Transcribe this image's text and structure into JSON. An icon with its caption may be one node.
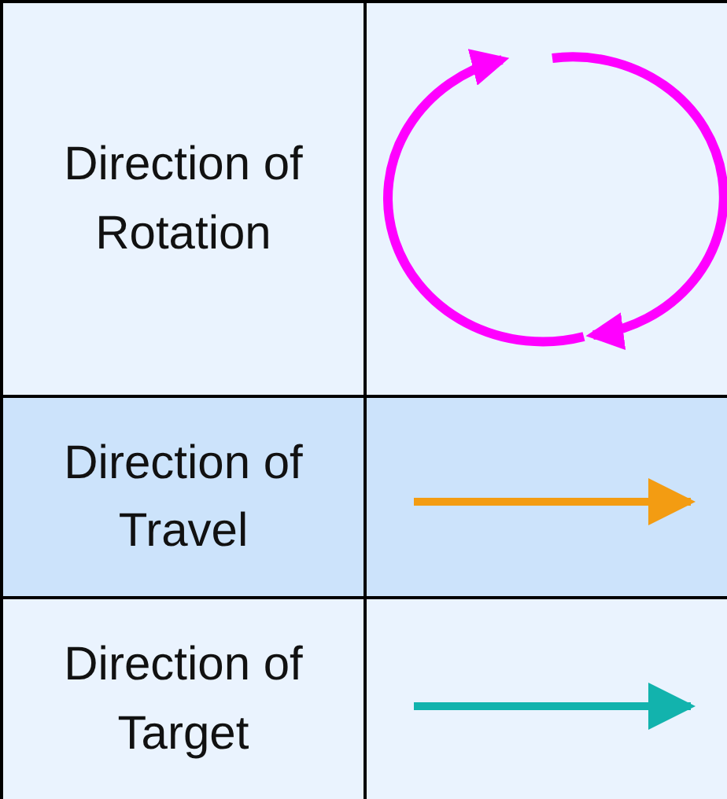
{
  "diagram": {
    "legend": [
      {
        "text": "Direction of Rotation"
      },
      {
        "text": "Direction of Travel"
      },
      {
        "text": "Direction of Target"
      }
    ]
  }
}
